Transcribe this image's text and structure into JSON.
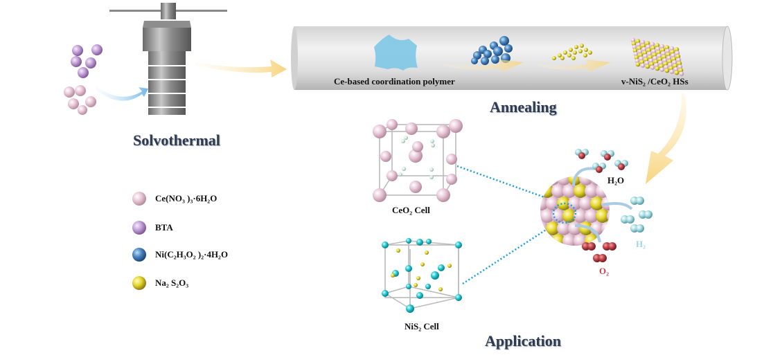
{
  "stages": {
    "solvothermal": "Solvothermal",
    "annealing": "Annealing",
    "application": "Application"
  },
  "tube_labels": {
    "polymer": "Ce-based coordination polymer",
    "product": "v-NiS₂ /CeO₂ HSs"
  },
  "cells": {
    "ceo2": "CeO₂ Cell",
    "nis2": "NiS₂ Cell"
  },
  "molecules": {
    "water": "H₂O",
    "hydrogen": "H₂",
    "oxygen": "O₂"
  },
  "legend": [
    {
      "label": "Ce(NO₃ )₃·6H₂O",
      "color": "#e8c6d6",
      "name": "cerium-nitrate"
    },
    {
      "label": "BTA",
      "color": "#c9a6dc",
      "name": "bta"
    },
    {
      "label": "Ni(C₂H₃O₂ )₂·4H₂O",
      "color": "#4a86c0",
      "name": "nickel-acetate"
    },
    {
      "label": "Na₂ S₂O₃",
      "color": "#e6d830",
      "name": "sodium-thiosulfate"
    }
  ],
  "colors": {
    "ce": "#e8c6d6",
    "bta": "#c9a6dc",
    "ni": "#4a86c0",
    "s": "#e6d830",
    "nis2_ni": "#22c8d0",
    "oxygen_atom": "#c0444a",
    "hydrogen_atom": "#a8dde4",
    "arrow_yellow": "#f8d98a",
    "arrow_blue": "#8cc6ec",
    "title": "#2e3a4f",
    "dotted_link": "#1a9ee0"
  }
}
